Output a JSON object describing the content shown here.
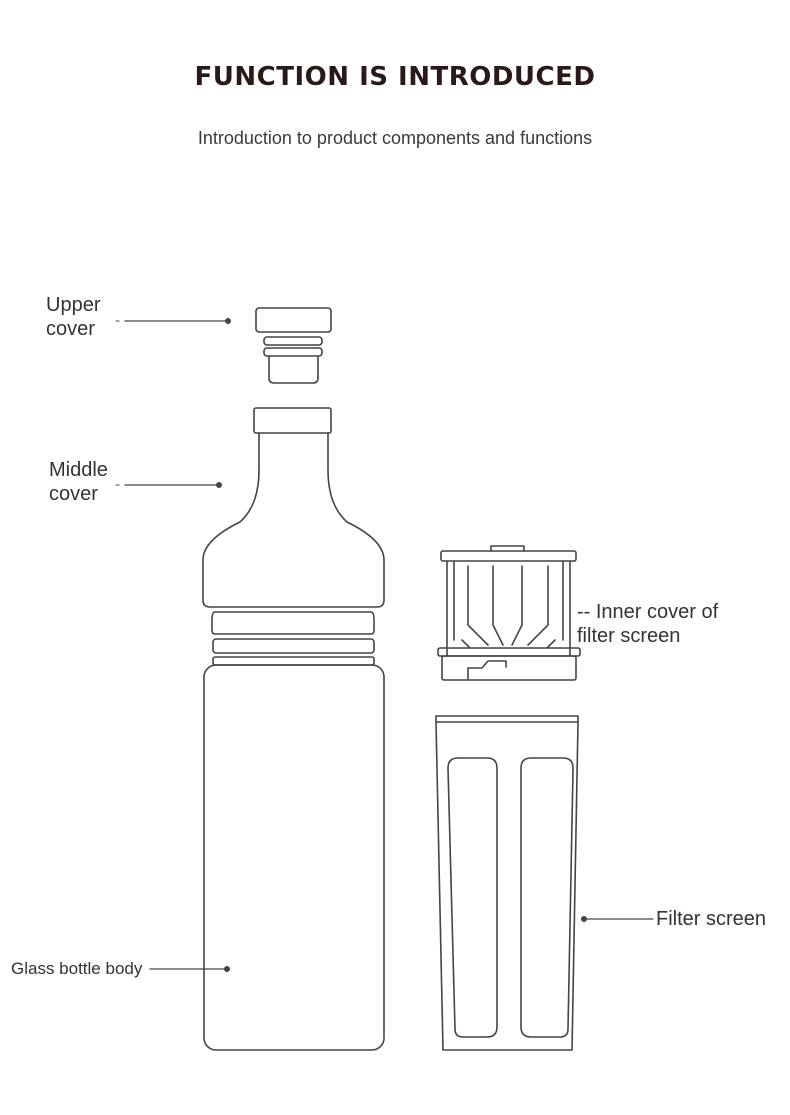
{
  "header": {
    "title": "FUNCTION IS INTRODUCED",
    "subtitle": "Introduction to product components and functions"
  },
  "components": {
    "upper_cover": {
      "line1": "Upper",
      "line2": "cover"
    },
    "middle_cover": {
      "line1": "Middle",
      "line2": "cover"
    },
    "inner_cover": {
      "line1": "-- Inner cover of",
      "line2": "filter screen"
    },
    "filter_screen": {
      "label": "Filter screen"
    },
    "glass_body": {
      "label": "Glass bottle body"
    }
  },
  "colors": {
    "title": "#2a1a17",
    "text": "#333333",
    "stroke": "#444444"
  }
}
